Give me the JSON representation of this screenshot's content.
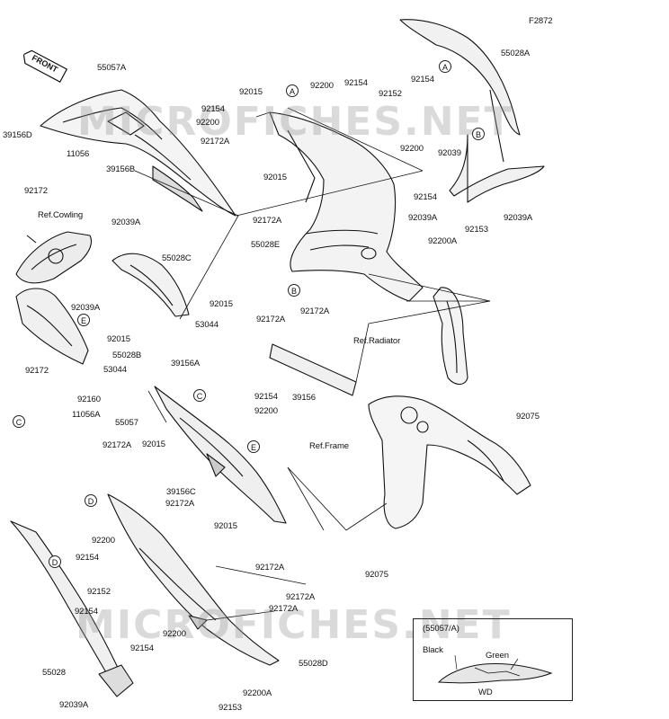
{
  "diagram_code": "F2872",
  "front_label": "FRONT",
  "watermark_text": "MICROFICHES.NET",
  "variant_box": {
    "title": "(55057/A)",
    "label_black": "Black",
    "label_green": "Green",
    "code": "WD"
  },
  "callouts": [
    "A",
    "B",
    "C",
    "D",
    "E"
  ],
  "part_labels": [
    "55057A",
    "55028A",
    "92015",
    "92200",
    "92154",
    "92152",
    "92154",
    "92154",
    "92200",
    "92172A",
    "92015",
    "92172A",
    "55028E",
    "39156D",
    "11056",
    "39156B",
    "92172",
    "92039",
    "92200",
    "92154",
    "92039A",
    "92039A",
    "92153",
    "92200A",
    "Ref.Cowling",
    "92039A",
    "55028C",
    "92015",
    "53044",
    "92039A",
    "92015",
    "55028B",
    "53044",
    "92172",
    "92160",
    "11056A",
    "92172A",
    "92172A",
    "Ref.Radiator",
    "39156",
    "39156A",
    "92154",
    "92200",
    "55057",
    "92075",
    "Ref.Frame",
    "92075",
    "92172A",
    "92015",
    "39156C",
    "92172A",
    "92200",
    "92154",
    "92015",
    "92152",
    "92154",
    "92172A",
    "92200",
    "92154",
    "92172A",
    "92172A",
    "55028",
    "92039A",
    "55028D",
    "92153",
    "92200A"
  ]
}
